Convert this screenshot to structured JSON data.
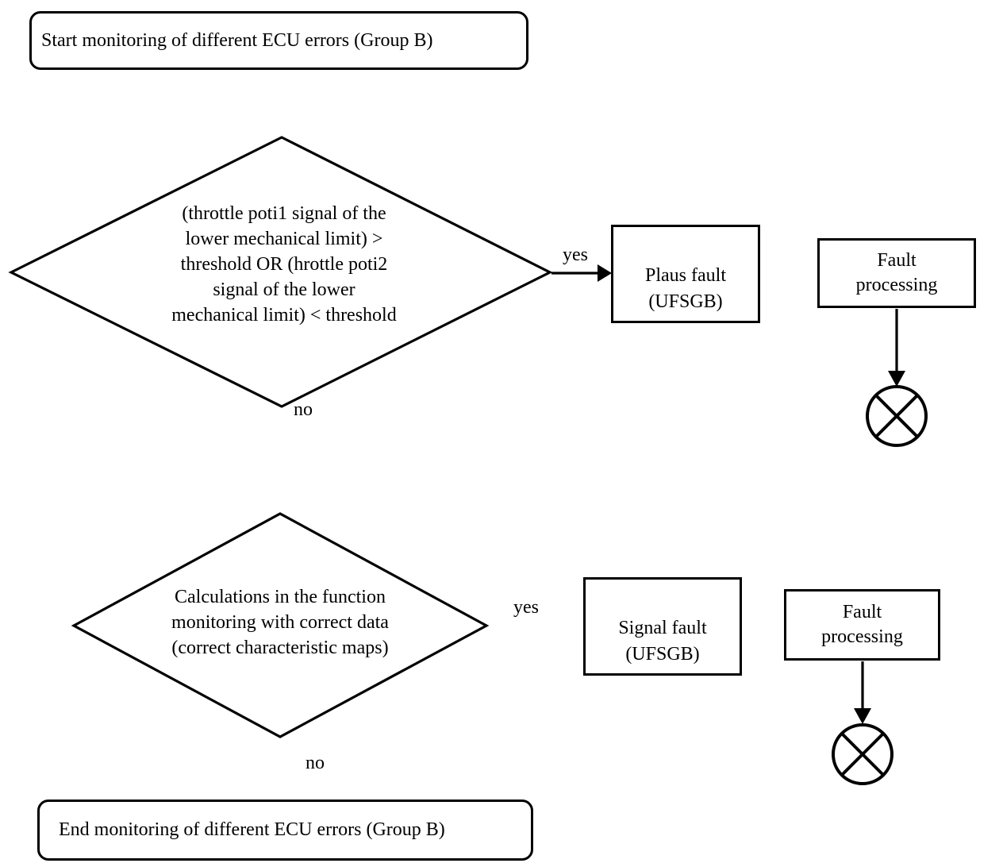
{
  "background": "#ffffff",
  "line_color": "#000000",
  "nodes": {
    "start": {
      "label": "Start monitoring of different ECU errors (Group B)"
    },
    "decision1": {
      "label": "(throttle poti1 signal of the\nlower mechanical limit) >\nthreshold OR (hrottle poti2\nsignal of the lower\nmechanical limit) < threshold"
    },
    "plaus_fault": {
      "label": "Plaus fault\n(UFSGB)"
    },
    "fault_processing_1": {
      "label": "Fault\nprocessing"
    },
    "decision2": {
      "label": "Calculations in the function\nmonitoring with correct data\n(correct characteristic maps)"
    },
    "signal_fault": {
      "label": "Signal fault\n(UFSGB)"
    },
    "fault_processing_2": {
      "label": "Fault\nprocessing"
    },
    "end": {
      "label": "End monitoring of different ECU errors (Group B)"
    }
  },
  "labels": {
    "decision1_yes": "yes",
    "decision1_no": "no",
    "decision2_yes": "yes",
    "decision2_no": "no"
  }
}
